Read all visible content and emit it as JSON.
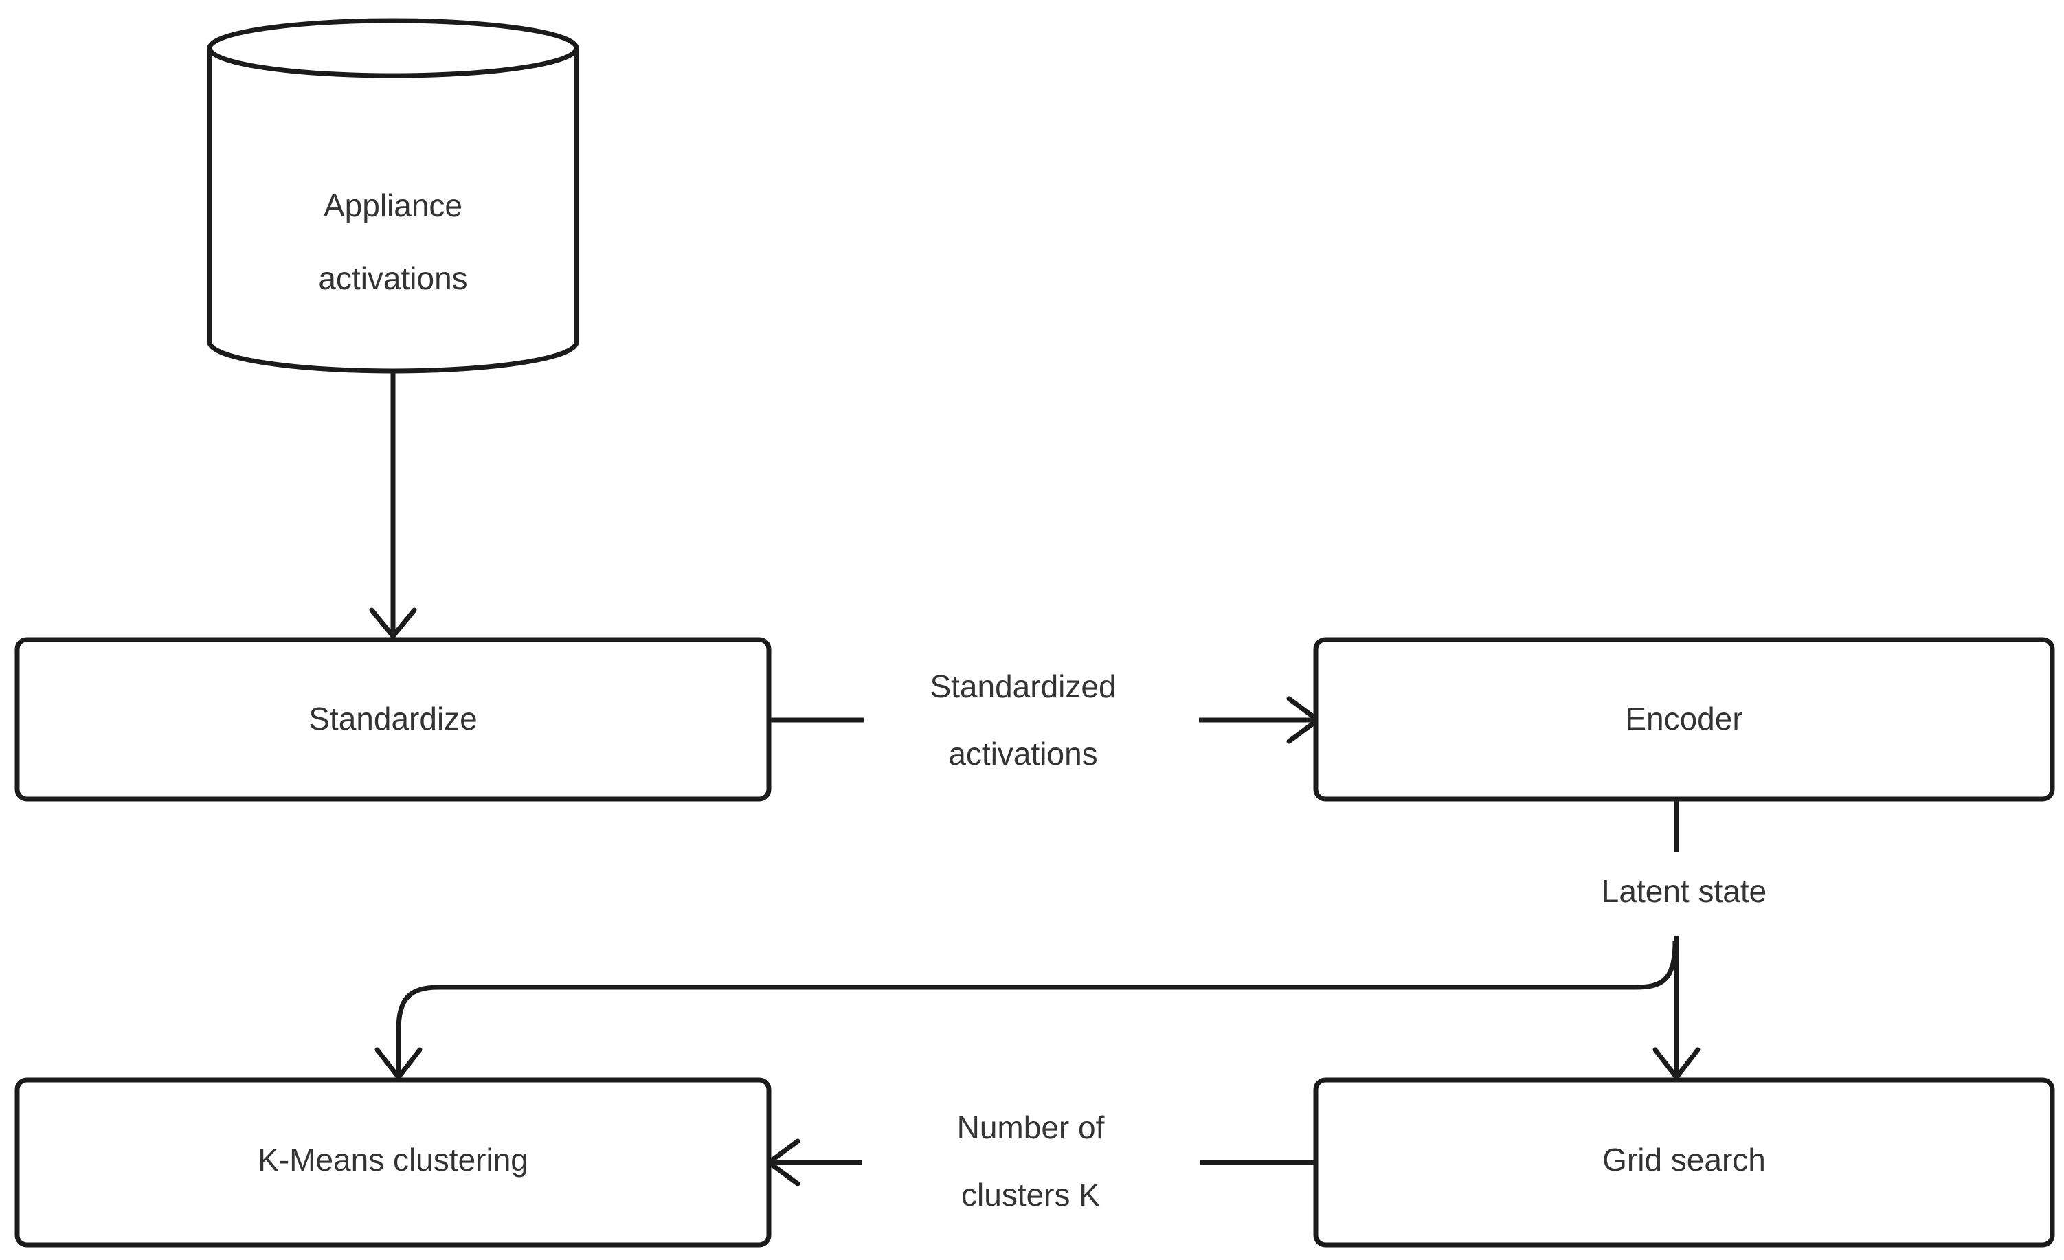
{
  "diagram": {
    "type": "flowchart",
    "orientation": "top-down",
    "background_color": "#ffffff",
    "stroke_color": "#1b1b1b",
    "text_color": "#333333",
    "nodes": [
      {
        "id": "appliance-activations",
        "label_line1": "Appliance",
        "label_line2": "activations",
        "shape": "cylinder"
      },
      {
        "id": "standardize",
        "label": "Standardize",
        "shape": "rounded-rectangle"
      },
      {
        "id": "encoder",
        "label": "Encoder",
        "shape": "rounded-rectangle"
      },
      {
        "id": "k-means-clustering",
        "label": "K-Means clustering",
        "shape": "rounded-rectangle"
      },
      {
        "id": "grid-search",
        "label": "Grid search",
        "shape": "rounded-rectangle"
      }
    ],
    "edges": [
      {
        "id": "activations-to-standardize",
        "from": "appliance-activations",
        "to": "standardize",
        "label": ""
      },
      {
        "id": "standardize-to-encoder",
        "from": "standardize",
        "to": "encoder",
        "label_line1": "Standardized",
        "label_line2": "activations"
      },
      {
        "id": "encoder-to-grid-search",
        "from": "encoder",
        "to": "grid-search",
        "label": "Latent state"
      },
      {
        "id": "encoder-to-kmeans",
        "from": "encoder",
        "to": "k-means-clustering",
        "label": ""
      },
      {
        "id": "grid-search-to-kmeans",
        "from": "grid-search",
        "to": "k-means-clustering",
        "label_line1": "Number of",
        "label_line2": "clusters K"
      }
    ]
  }
}
